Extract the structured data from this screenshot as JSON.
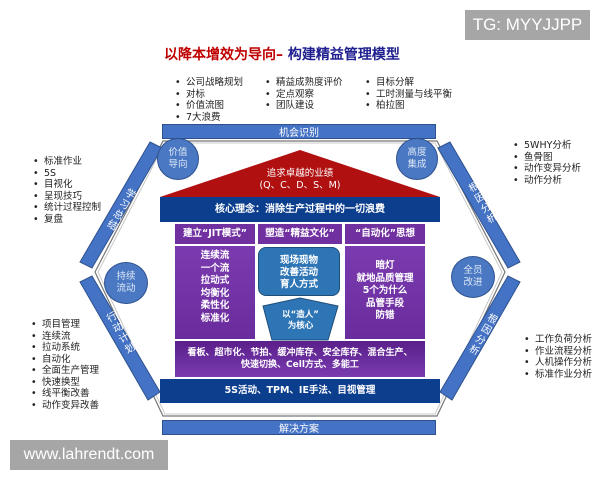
{
  "badge_top": "TG: MYYJJPP",
  "badge_bottom": "www.lahrendt.com",
  "title": {
    "red": "以降本增效为导向–",
    "blue": " 构建精益管理模型"
  },
  "top_lists": [
    [
      "公司战略规划",
      "对标",
      "价值流图",
      "7大浪费"
    ],
    [
      "精益成熟度评价",
      "定点观察",
      "团队建设"
    ],
    [
      "目标分解",
      "工时测量与线平衡",
      "柏拉图"
    ]
  ],
  "left_upper_list": [
    "标准作业",
    "5S",
    "目视化",
    "呈现技巧",
    "统计过程控制",
    "复盘"
  ],
  "left_lower_list": [
    "项目管理",
    "连续流",
    "拉动系统",
    "自动化",
    "全面生产管理",
    "快速换型",
    "线平衡改善",
    "动作变异改善"
  ],
  "right_upper_list": [
    "5WHY分析",
    "鱼骨图",
    "动作变异分析",
    "动作分析"
  ],
  "right_lower_list": [
    "工作负荷分析",
    "作业流程分析",
    "人机操作分析",
    "标准作业分析"
  ],
  "bars": {
    "top": "机会识别",
    "bottom": "解决方案",
    "upper_left": "学习总结",
    "lower_left": "行动计划",
    "upper_right": "根因分析",
    "lower_right": "根因分析"
  },
  "circles": {
    "top_left": "价值\n导向",
    "top_right": "高度\n集成",
    "left": "持续\n流动",
    "right": "全员\n改进"
  },
  "roof": {
    "line1": "追求卓越的业绩",
    "line2": "(Q、C、D、S、M)"
  },
  "core": "核心理念：消除生产过程中的一切浪费",
  "pillars": {
    "left_header": "建立“JIT模式”",
    "left_items": [
      "连续流",
      "一个流",
      "拉动式",
      "均衡化",
      "柔性化",
      "标准化"
    ],
    "center_header": "塑造“精益文化”",
    "center_items": [
      "现场现物",
      "改善活动",
      "育人方式"
    ],
    "center_core": "以“造人”\n为核心",
    "right_header": "“自动化”思想",
    "right_items": [
      "暗灯",
      "就地品质管理",
      "5个为什么",
      "品管手段",
      "防错"
    ]
  },
  "band1": "看板、超市化、节拍、缓冲库存、安全库存、混合生产、\n快速切换、Cell方式、多能工",
  "band2": "5S活动、TPM、IE手法、目视管理",
  "colors": {
    "roof": "#b01010",
    "core": "#0c3e8e",
    "pillar": "#7030a0",
    "bar": "#4472c4",
    "title_red": "#c00000",
    "title_blue": "#1f1f8f"
  }
}
